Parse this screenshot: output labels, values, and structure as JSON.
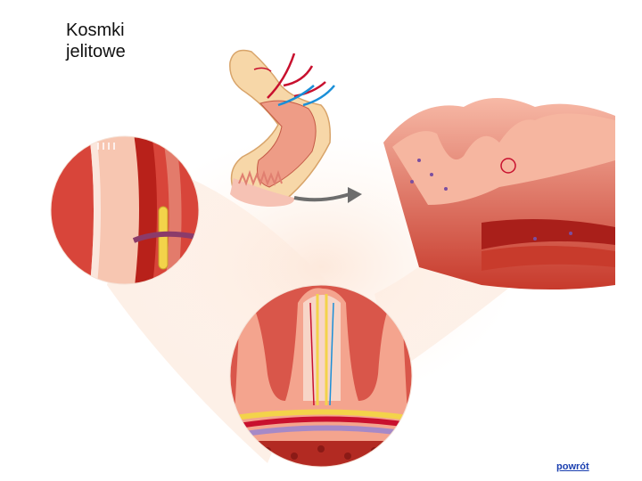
{
  "slide": {
    "title_line1": "Kosmki",
    "title_line2": "jelitowe",
    "back_link": "powrót"
  },
  "colors": {
    "tissue_pink": "#f2a08a",
    "tissue_light": "#f9d7c8",
    "muscle_red": "#c43a2a",
    "artery": "#c8102e",
    "vein": "#1a8fd8",
    "lacteal": "#f3d34a",
    "link": "#1a3fb0"
  },
  "icons": {
    "arrow": "right-arrow-icon"
  }
}
